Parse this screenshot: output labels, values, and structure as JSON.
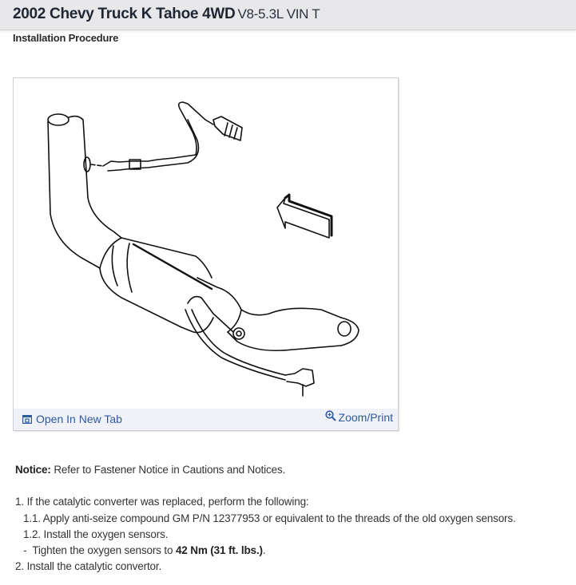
{
  "header": {
    "title": "2002 Chevy Truck K Tahoe 4WD",
    "engine": "V8-5.3L VIN T"
  },
  "section_title": "Installation Procedure",
  "figure": {
    "alt": "catalytic-converter-oxygen-sensor-diagram",
    "open_new_tab_label": "Open In New Tab",
    "open_new_tab_icon": "open-new-tab-icon",
    "zoom_print_label": "Zoom/Print",
    "zoom_print_icon": "zoom-in-icon",
    "link_color": "#2c5aa0"
  },
  "notice": {
    "label": "Notice:",
    "text": " Refer to Fastener Notice in Cautions and Notices."
  },
  "steps": [
    {
      "number": "1.",
      "text": " If the catalytic converter was replaced, perform the following:"
    },
    {
      "number": "1.1.",
      "text": " Apply anti-seize compound GM P/N 12377953 or equivalent to the threads of the old oxygen sensors."
    },
    {
      "number": "1.2.",
      "text": " Install the oxygen sensors."
    },
    {
      "number": "-",
      "text_before": "  Tighten the oxygen sensors to ",
      "bold": "42 Nm (31 ft. lbs.)",
      "text_after": "."
    },
    {
      "number": "2.",
      "text": " Install the catalytic convertor."
    }
  ]
}
